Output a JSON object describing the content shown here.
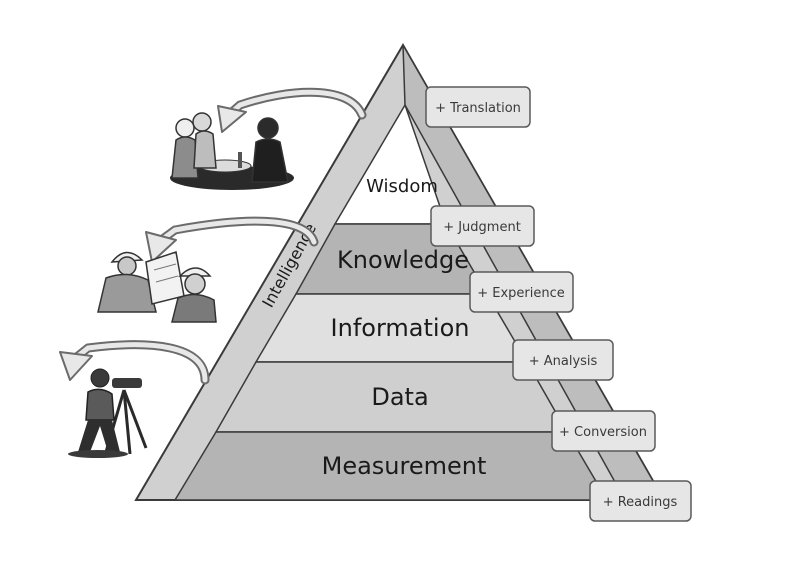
{
  "pyramid": {
    "side_label": "Intelligence",
    "levels": [
      {
        "label": "Wisdom"
      },
      {
        "label": "Knowledge"
      },
      {
        "label": "Information"
      },
      {
        "label": "Data"
      },
      {
        "label": "Measurement"
      }
    ]
  },
  "tags": [
    {
      "label": "+ Translation"
    },
    {
      "label": "+ Judgment"
    },
    {
      "label": "+ Experience"
    },
    {
      "label": "+ Analysis"
    },
    {
      "label": "+ Conversion"
    },
    {
      "label": "+ Readings"
    }
  ],
  "colors": {
    "outline": "#3a3a3a",
    "band_dark": "#b4b4b4",
    "band_light": "#e0e0e0",
    "apex": "#ffffff",
    "side_face": "#d0d0d0",
    "tag_fill": "#e6e6e6"
  },
  "clipart": [
    {
      "icon": "meeting-people-icon"
    },
    {
      "icon": "construction-workers-icon"
    },
    {
      "icon": "surveyor-icon"
    }
  ]
}
